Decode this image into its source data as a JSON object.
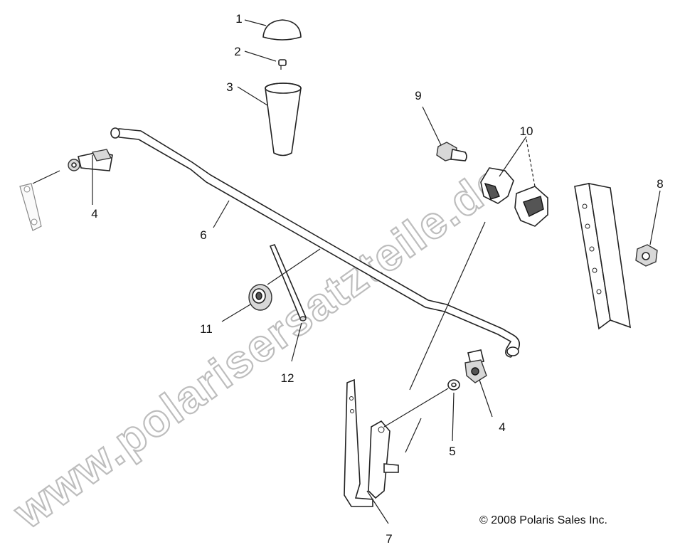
{
  "diagram": {
    "watermark": "www.polarisersatzteile.de",
    "copyright": "© 2008 Polaris Sales Inc.",
    "callouts": [
      {
        "id": "c1",
        "label": "1"
      },
      {
        "id": "c2",
        "label": "2"
      },
      {
        "id": "c3",
        "label": "3"
      },
      {
        "id": "c4a",
        "label": "4"
      },
      {
        "id": "c4b",
        "label": "4"
      },
      {
        "id": "c5",
        "label": "5"
      },
      {
        "id": "c6",
        "label": "6"
      },
      {
        "id": "c7",
        "label": "7"
      },
      {
        "id": "c8",
        "label": "8"
      },
      {
        "id": "c9",
        "label": "9"
      },
      {
        "id": "c10",
        "label": "10"
      },
      {
        "id": "c11",
        "label": "11"
      },
      {
        "id": "c12",
        "label": "12"
      }
    ]
  }
}
